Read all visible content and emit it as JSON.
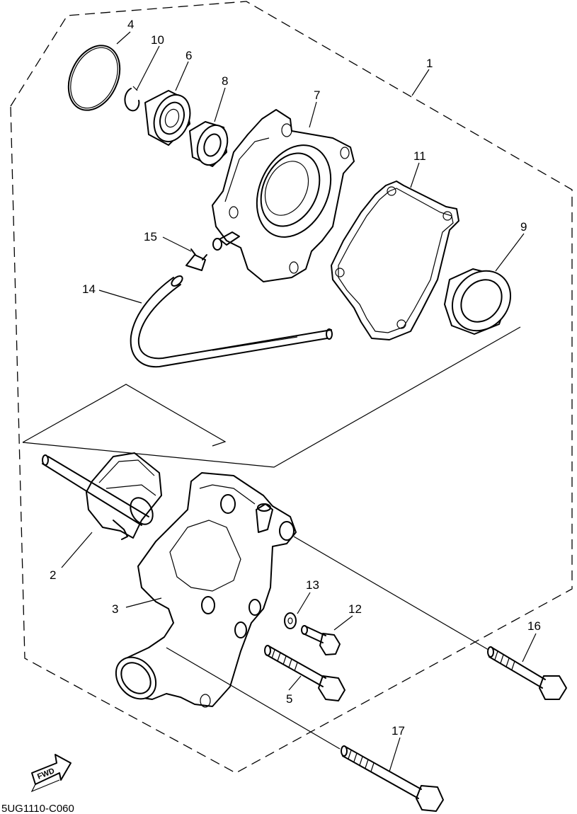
{
  "diagram": {
    "code": "5UG1110-C060",
    "fwd_label": "FWD",
    "callouts": {
      "c1": "1",
      "c2": "2",
      "c3": "3",
      "c4": "4",
      "c5": "5",
      "c6": "6",
      "c7": "7",
      "c8": "8",
      "c9": "9",
      "c10": "10",
      "c11": "11",
      "c12": "12",
      "c13": "13",
      "c14": "14",
      "c15": "15",
      "c16": "16",
      "c17": "17"
    }
  }
}
